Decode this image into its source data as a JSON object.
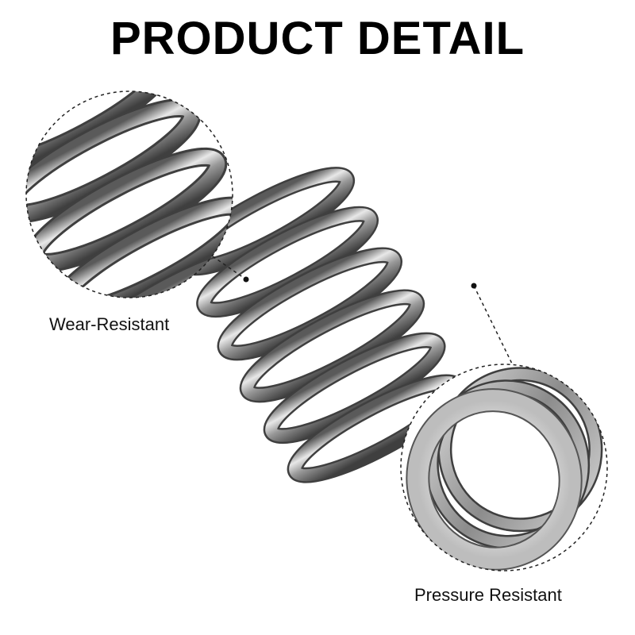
{
  "title": "PRODUCT DETAIL",
  "callouts": {
    "wear": {
      "label": "Wear-Resistant",
      "icon": "zoom-circle-icon"
    },
    "pressure": {
      "label": "Pressure Resistant",
      "icon": "zoom-circle-icon"
    }
  },
  "colors": {
    "background": "#ffffff",
    "text": "#000000",
    "steel_light": "#e6e6e6",
    "steel_mid": "#a8a8a8",
    "steel_dark": "#4a4a4a"
  }
}
